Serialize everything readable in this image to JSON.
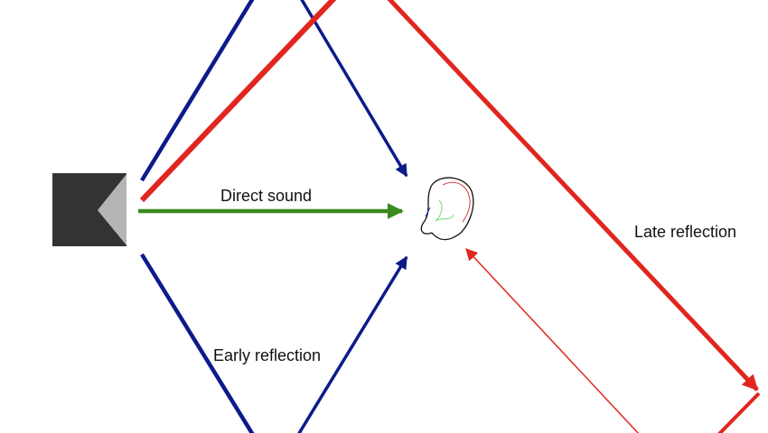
{
  "labels": {
    "direct": "Direct sound",
    "early": "Early reflection",
    "late": "Late reflection"
  },
  "colors": {
    "direct": "#3a8a1e",
    "early": "#0d1a8a",
    "late": "#e0261e",
    "speaker_body": "#333333",
    "speaker_cone": "#b5b5b5"
  }
}
